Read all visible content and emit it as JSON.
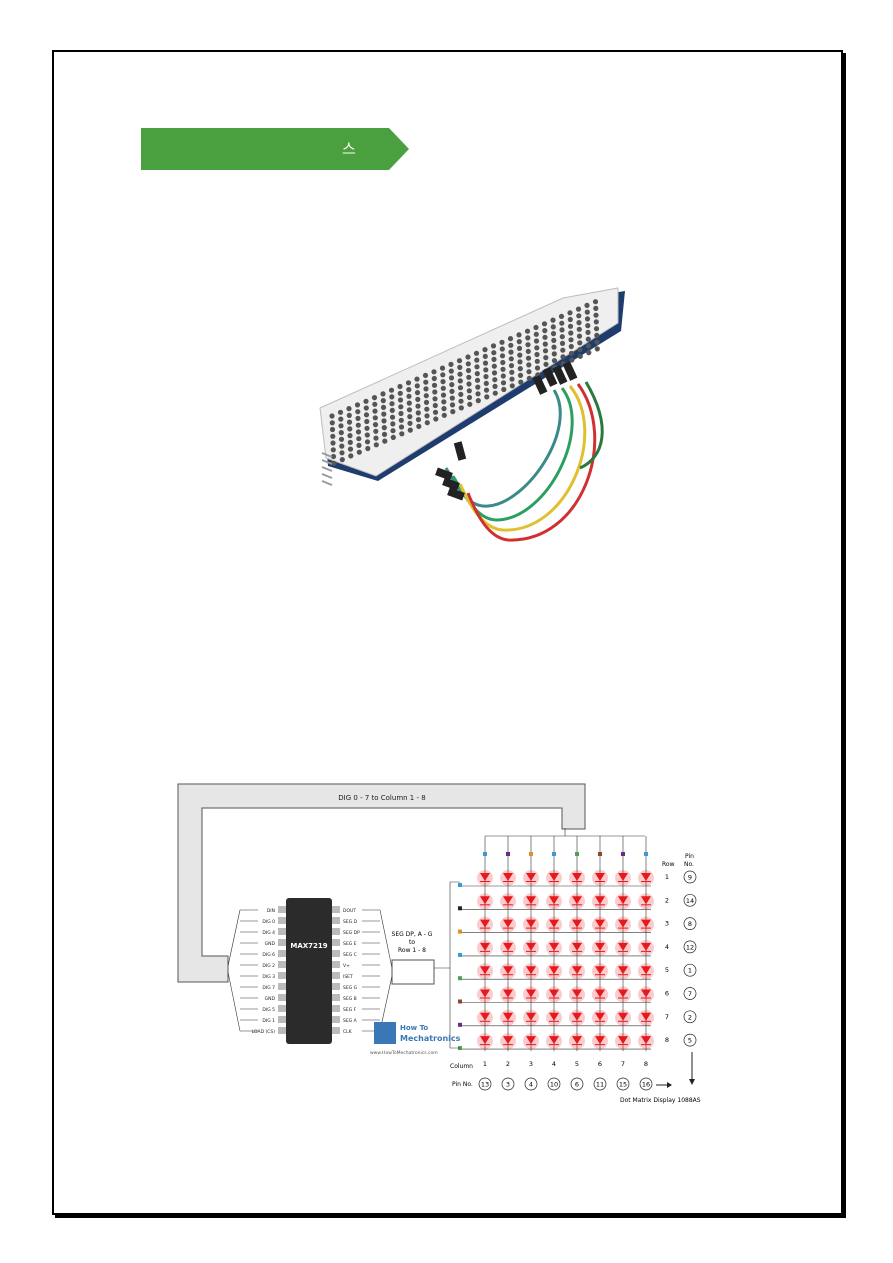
{
  "banner": {
    "text": "스",
    "color": "#4aa03f"
  },
  "colors": {
    "led_red": "#e8181c",
    "gray_bus": "#e6e6e6"
  },
  "schematic": {
    "bus_label": "DIG 0 - 7 to Column 1 - 8",
    "seg_label": [
      "SEG DP, A - G",
      "to",
      "Row 1 - 8"
    ],
    "chip": "MAX7219",
    "left_pins": [
      "DIN",
      "DIG 0",
      "DIG 4",
      "GND",
      "DIG 6",
      "DIG 2",
      "DIG 3",
      "DIG 7",
      "GND",
      "DIG 5",
      "DIG 1",
      "LOAD (CS)"
    ],
    "right_pins": [
      "DOUT",
      "SEG D",
      "SEG DP",
      "SEG E",
      "SEG C",
      "V+",
      "ISET",
      "SEG G",
      "SEG B",
      "SEG F",
      "SEG A",
      "CLK"
    ],
    "row_header": "Row",
    "pin_header": [
      "Pin",
      "No."
    ],
    "rows": [
      "1",
      "2",
      "3",
      "4",
      "5",
      "6",
      "7",
      "8"
    ],
    "row_pins": [
      "9",
      "14",
      "8",
      "12",
      "1",
      "7",
      "2",
      "5"
    ],
    "column_header": "Column",
    "columns": [
      "1",
      "2",
      "3",
      "4",
      "5",
      "6",
      "7",
      "8"
    ],
    "pin_no_label": "Pin No.",
    "column_pins": [
      "13",
      "3",
      "4",
      "10",
      "6",
      "11",
      "15",
      "16"
    ],
    "display_name": "Dot Matrix Display 1088AS",
    "watermark_title": [
      "How To",
      "Mechatronics"
    ],
    "watermark_url": "www.HowToMechatronics.com"
  }
}
